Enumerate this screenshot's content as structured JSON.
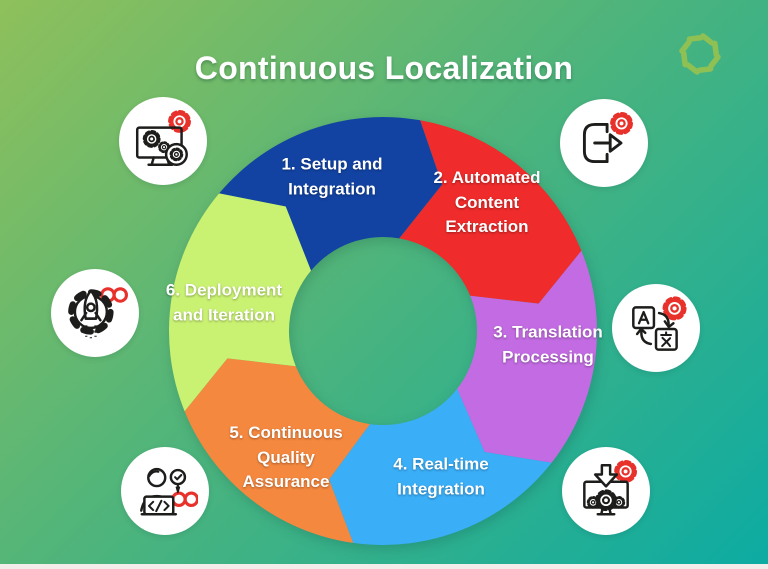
{
  "title": "Continuous Localization",
  "background": {
    "gradient_start": "#8fc05b",
    "gradient_end": "#0caba3",
    "footer_strip_color": "#f4eceb"
  },
  "logo": {
    "name": "pinwheel-logo",
    "color": "#8fc054"
  },
  "diagram": {
    "type": "cycle",
    "direction": "clockwise",
    "accent_color": "#e8312b",
    "icon_stroke_color": "#1d1d1b",
    "segments": [
      {
        "step": 1,
        "label": "1. Setup and\nIntegration",
        "color": "#1243a3",
        "icon": "monitor-gears-icon"
      },
      {
        "step": 2,
        "label": "2. Automated\nContent\nExtraction",
        "color": "#ef2b2b",
        "icon": "export-arrow-gear-icon"
      },
      {
        "step": 3,
        "label": "3. Translation\nProcessing",
        "color": "#c36be2",
        "icon": "language-translation-icon"
      },
      {
        "step": 4,
        "label": "4. Real-time\nIntegration",
        "color": "#3aaef7",
        "icon": "monitor-download-gears-icon"
      },
      {
        "step": 5,
        "label": "5. Continuous\nQuality\nAssurance",
        "color": "#f5883f",
        "icon": "developer-review-infinity-icon"
      },
      {
        "step": 6,
        "label": "6. Deployment\nand Iteration",
        "color": "#c9f172",
        "icon": "rocket-gear-infinity-icon"
      }
    ]
  }
}
